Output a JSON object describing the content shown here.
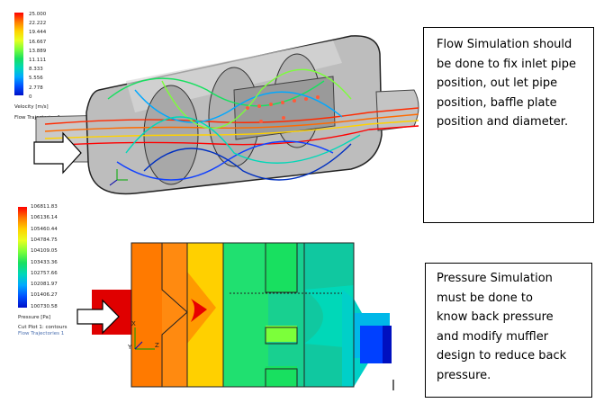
{
  "velocity_legend": {
    "ticks": [
      "25.000",
      "22.222",
      "19.444",
      "16.667",
      "13.889",
      "11.111",
      "8.333",
      "5.556",
      "2.778",
      "0"
    ],
    "unit_label": "Velocity [m/s]",
    "caption": "Flow Trajectories 1",
    "colors": [
      "#ff0000",
      "#ff6a00",
      "#ffd200",
      "#e8ff20",
      "#7cff3a",
      "#18e060",
      "#00d8b8",
      "#00a8ff",
      "#0050ff",
      "#0010c8"
    ]
  },
  "pressure_legend": {
    "ticks": [
      "106811.83",
      "106136.14",
      "105460.44",
      "104784.75",
      "104109.05",
      "103433.36",
      "102757.66",
      "102081.97",
      "101406.27",
      "100730.58"
    ],
    "unit_label": "Pressure [Pa]",
    "caption_line1": "Cut Plot 1: contours",
    "caption_line2": "Flow Trajectories 1",
    "colors": [
      "#ff0000",
      "#ff6a00",
      "#ffd200",
      "#e8ff20",
      "#7cff3a",
      "#18e060",
      "#00d8b8",
      "#00a8ff",
      "#0050ff",
      "#0010c8"
    ]
  },
  "flow_note": {
    "lines": [
      "Flow Simulation should",
      "be done  to fix inlet pipe",
      "position, out let pipe",
      "position, baffle plate",
      "position and diameter."
    ]
  },
  "pressure_note": {
    "lines": [
      "Pressure Simulation",
      "must be done to",
      "know back pressure",
      "and modify muffler",
      "design to reduce back",
      "pressure."
    ]
  },
  "axis_labels": {
    "x": "X",
    "y": "Y",
    "z": "Z"
  }
}
